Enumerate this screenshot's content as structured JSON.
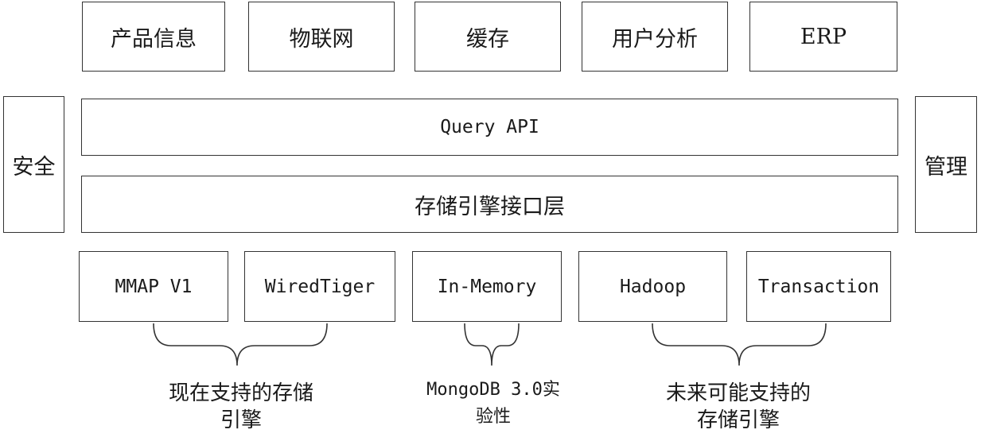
{
  "top_row": [
    {
      "label": "产品信息"
    },
    {
      "label": "物联网"
    },
    {
      "label": "缓存"
    },
    {
      "label": "用户分析"
    },
    {
      "label": "ERP"
    }
  ],
  "side_left": {
    "label": "安全"
  },
  "side_right": {
    "label": "管理"
  },
  "query_api": {
    "label": "Query API"
  },
  "storage_interface": {
    "label": "存储引擎接口层"
  },
  "engines": [
    {
      "label": "MMAP V1"
    },
    {
      "label": "WiredTiger"
    },
    {
      "label": "In-Memory"
    },
    {
      "label": "Hadoop"
    },
    {
      "label": "Transaction"
    }
  ],
  "groups": [
    {
      "line1": "现在支持的存储",
      "line2": "引擎"
    },
    {
      "line1": "MongoDB 3.0实",
      "line2": "验性"
    },
    {
      "line1": "未来可能支持的",
      "line2": "存储引擎"
    }
  ],
  "colors": {
    "border": "#333333",
    "text": "#1a1a1a",
    "background": "#ffffff"
  }
}
